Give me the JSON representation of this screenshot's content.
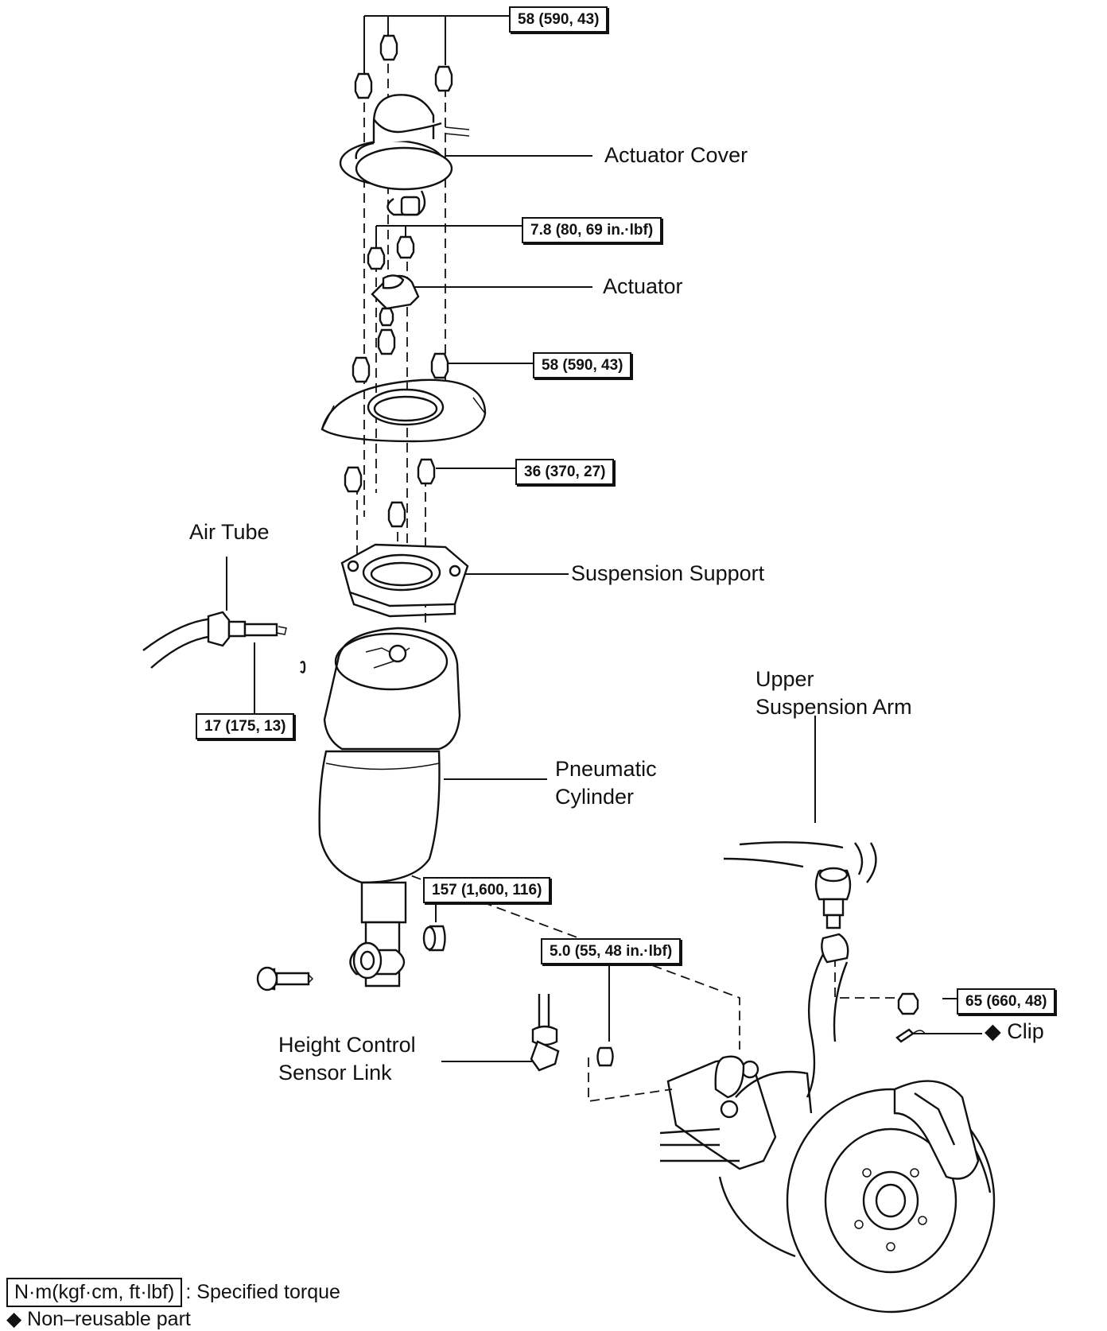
{
  "torque_specs": {
    "actuator_cover_nuts": "58 (590, 43)",
    "actuator_bolts": "7.8 (80, 69 in.·lbf)",
    "support_plate_nuts": "58 (590, 43)",
    "suspension_support_nuts": "36 (370, 27)",
    "air_tube_fitting": "17 (175, 13)",
    "lower_mount_bolt": "157 (1,600, 116)",
    "sensor_link_nut": "5.0 (55, 48 in.·lbf)",
    "ball_joint_nut": "65 (660, 48)"
  },
  "labels": {
    "actuator_cover": "Actuator Cover",
    "actuator": "Actuator",
    "air_tube": "Air Tube",
    "suspension_support": "Suspension Support",
    "upper_arm_line1": "Upper",
    "upper_arm_line2": "Suspension Arm",
    "pneumatic_line1": "Pneumatic",
    "pneumatic_line2": "Cylinder",
    "height_sensor_line1": "Height Control",
    "height_sensor_line2": "Sensor Link",
    "clip": "◆ Clip"
  },
  "legend": {
    "torque_unit": "N·m(kgf·cm, ft·lbf)",
    "torque_meaning": ": Specified torque",
    "non_reusable": "◆ Non–reusable part"
  }
}
